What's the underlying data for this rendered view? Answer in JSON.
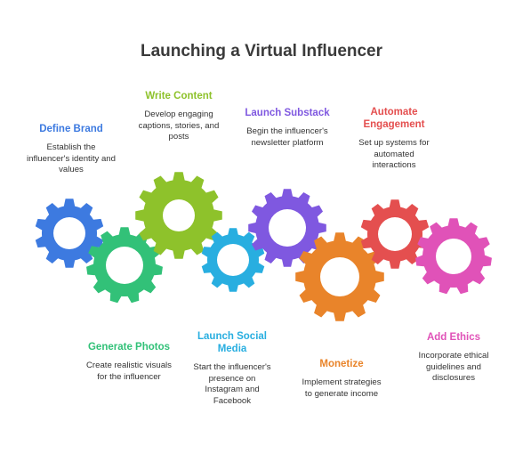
{
  "title": "Launching a Virtual Influencer",
  "steps": [
    {
      "id": "define-brand",
      "heading": "Define Brand",
      "desc": "Establish the influencer's identity and values",
      "color": "#3d7ae0",
      "position": "top"
    },
    {
      "id": "generate-photos",
      "heading": "Generate Photos",
      "desc": "Create realistic visuals for the influencer",
      "color": "#32c178",
      "position": "bottom"
    },
    {
      "id": "write-content",
      "heading": "Write Content",
      "desc": "Develop engaging captions, stories, and posts",
      "color": "#8ec22b",
      "position": "top"
    },
    {
      "id": "launch-social-media",
      "heading": "Launch Social Media",
      "desc": "Start the influencer's presence on Instagram and Facebook",
      "color": "#28aee0",
      "position": "bottom"
    },
    {
      "id": "launch-substack",
      "heading": "Launch Substack",
      "desc": "Begin the influencer's newsletter platform",
      "color": "#7f58e0",
      "position": "top"
    },
    {
      "id": "monetize",
      "heading": "Monetize",
      "desc": "Implement strategies to generate income",
      "color": "#e9842a",
      "position": "bottom"
    },
    {
      "id": "automate-engagement",
      "heading": "Automate Engagement",
      "desc": "Set up systems for automated interactions",
      "color": "#e44f4f",
      "position": "top"
    },
    {
      "id": "add-ethics",
      "heading": "Add Ethics",
      "desc": "Incorporate ethical guidelines and disclosures",
      "color": "#e052b8",
      "position": "bottom"
    }
  ]
}
